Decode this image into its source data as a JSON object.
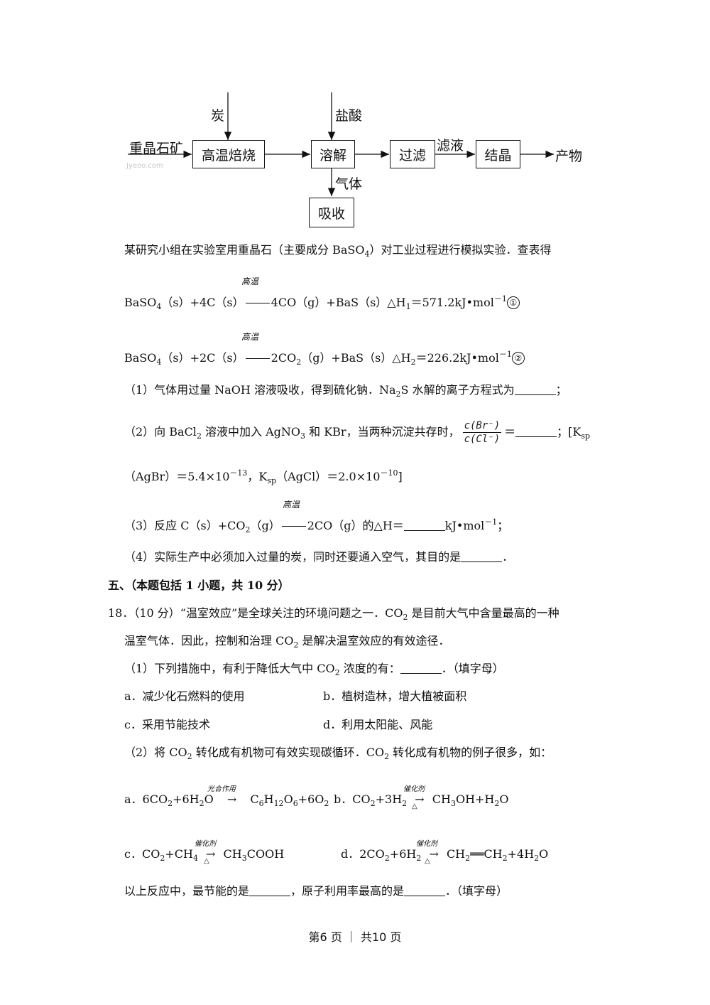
{
  "flowchart": {
    "input_ore": "重晶石矿",
    "input_carbon": "炭",
    "input_acid": "盐酸",
    "box_roast": "高温焙烧",
    "box_dissolve": "溶解",
    "box_filter": "过滤",
    "label_filtrate": "滤液",
    "box_crystallize": "结晶",
    "label_product": "产物",
    "label_gas": "气体",
    "box_absorb": "吸收",
    "watermark": "Jyeoo.com"
  },
  "intro": "某研究小组在实验室用重晶石（主要成分 BaSO",
  "intro_tail": "）对工业过程进行模拟实验．查表得",
  "condition_high_temp": "高温",
  "eq1": {
    "left": "BaSO",
    "mid": "（s）+4C（s）",
    "right": "4CO（g）+BaS（s）△H",
    "value": "＝571.2kJ•mol",
    "num": "①"
  },
  "eq2": {
    "left": "BaSO",
    "mid": "（s）+2C（s）",
    "right_a": "2CO",
    "right_b": "（g）+BaS（s）△H",
    "value": "＝226.2kJ•mol",
    "num": "②"
  },
  "q1": {
    "a": "（1）气体用过量 NaOH 溶液吸收，得到硫化钠．Na",
    "b": "S 水解的离子方程式为",
    "end": "；"
  },
  "q2": {
    "a": "（2）向 BaCl",
    "b": " 溶液中加入 AgNO",
    "c": " 和 KBr，当两种沉淀共存时，",
    "frac_num": "c(Br⁻)",
    "frac_den": "c(Cl⁻)",
    "d": "＝",
    "e": "；[K",
    "line2": "（AgBr）＝5.4×10",
    "exp1": "－13",
    "line2b": "，K",
    "line2c": "（AgCl）＝2.0×10",
    "exp2": "－10",
    "line2d": "]"
  },
  "q3": {
    "a": "（3）反应 C（s）+CO",
    "b": "（g）",
    "c": "2CO（g）的△H＝",
    "d": "kJ•mol",
    "end": "；"
  },
  "q4": {
    "a": "（4）实际生产中必须加入过量的炭，同时还要通入空气，其目的是",
    "end": "．"
  },
  "section5": "五、（本题包括 1 小题，共 10 分）",
  "q18": {
    "line1a": "18．（10 分）“温室效应”是全球关注的环境问题之一．CO",
    "line1b": " 是目前大气中含量最高的一种",
    "line2a": "温室气体．因此，控制和治理 CO",
    "line2b": " 是解决温室效应的有效途径．",
    "p1a": "（1）下列措施中，有利于降低大气中 CO",
    "p1b": " 浓度的有：",
    "p1c": "．（填字母）",
    "opt_a": "a．减少化石燃料的使用",
    "opt_b": "b．植树造林，增大植被面积",
    "opt_c": "c．采用节能技术",
    "opt_d": "d．利用太阳能、风能",
    "p2a": "（2）将 CO",
    "p2b": " 转化成有机物可有效实现碳循环．CO",
    "p2c": " 转化成有机物的例子很多，如：",
    "cond_photo": "光合作用",
    "cond_cat": "催化剂",
    "cond_heat": "△",
    "arrow": "→",
    "ra_label": "a．6CO",
    "ra_a": "+6H",
    "ra_b": "O",
    "ra_c": "C",
    "ra_d": "H",
    "ra_e": "O",
    "ra_f": "+6O",
    "rb_label": "b．CO",
    "rb_a": "+3H",
    "rb_b": "CH",
    "rb_c": "OH+H",
    "rb_d": "O",
    "rc_label": "c．CO",
    "rc_a": "+CH",
    "rc_b": "CH",
    "rc_c": "COOH",
    "rd_label": "d．2CO",
    "rd_a": "+6H",
    "rd_b": "CH",
    "rd_c": "══CH",
    "rd_d": "+4H",
    "rd_e": "O",
    "final_a": "以上反应中，最节能的是",
    "final_b": "，原子利用率最高的是",
    "final_c": "．（填字母）"
  },
  "footer": "第6 页 ｜ 共10 页"
}
